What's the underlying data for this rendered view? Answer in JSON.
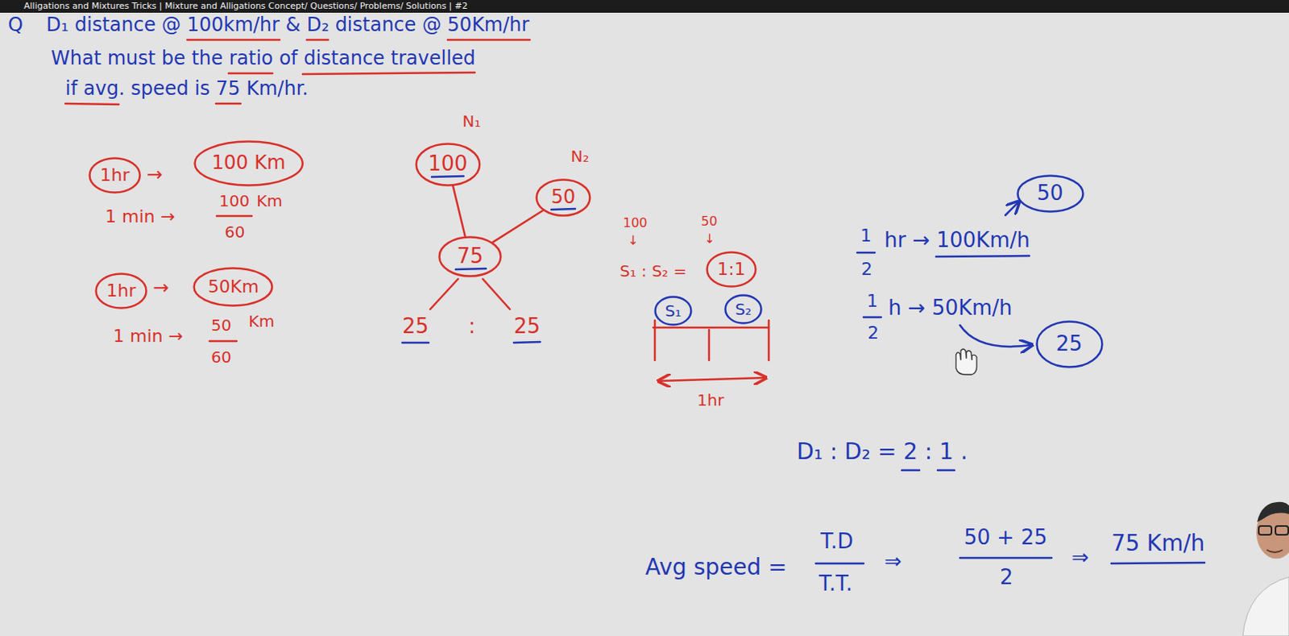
{
  "diagram": {
    "title": "Alligations and Mixtures Tricks | Mixture and Alligations Concept/ Questions/ Problems/ Solutions | #2",
    "nodes": [
      {
        "text": [
          "1hr"
        ]
      },
      {
        "text": [
          "100 Km"
        ]
      },
      {
        "text": [
          "1hr"
        ]
      },
      {
        "text": [
          "50Km"
        ]
      },
      {
        "text": [
          "N₁",
          "100"
        ]
      },
      {
        "text": [
          "N₂",
          "50"
        ]
      },
      {
        "text": [
          "75"
        ]
      },
      {
        "text": [
          "1:1"
        ]
      },
      {
        "text": [
          "S₁"
        ]
      },
      {
        "text": [
          "S₂"
        ]
      },
      {
        "text": [
          "50"
        ]
      },
      {
        "text": [
          "25"
        ]
      }
    ],
    "edges": [
      {
        "from": 4,
        "to": 6,
        "arrow": "none"
      },
      {
        "from": 5,
        "to": 6,
        "arrow": "none"
      }
    ],
    "labels": [
      "Q",
      "D₁ distance @ 100km/hr & D₂ distance @ 50Km/hr",
      "What must be the ratio of distance travelled",
      "if avg. speed is 75 Km/hr.",
      "→",
      "1 min →",
      "100",
      "60",
      "Km",
      "→",
      "1 min →",
      "50",
      "60",
      "Km",
      "25",
      ":",
      "25",
      "100",
      "50",
      "↓",
      "↓",
      "S₁ : S₂ =",
      "1hr",
      "1",
      "2",
      "hr → 100Km/h",
      "1",
      "2",
      "h → 50Km/h",
      "D₁ : D₂ = 2 : 1 .",
      "Avg speed =",
      "T.D",
      "T.T.",
      "⇒",
      "50 + 25",
      "2",
      "⇒",
      "75 Km/h"
    ]
  }
}
